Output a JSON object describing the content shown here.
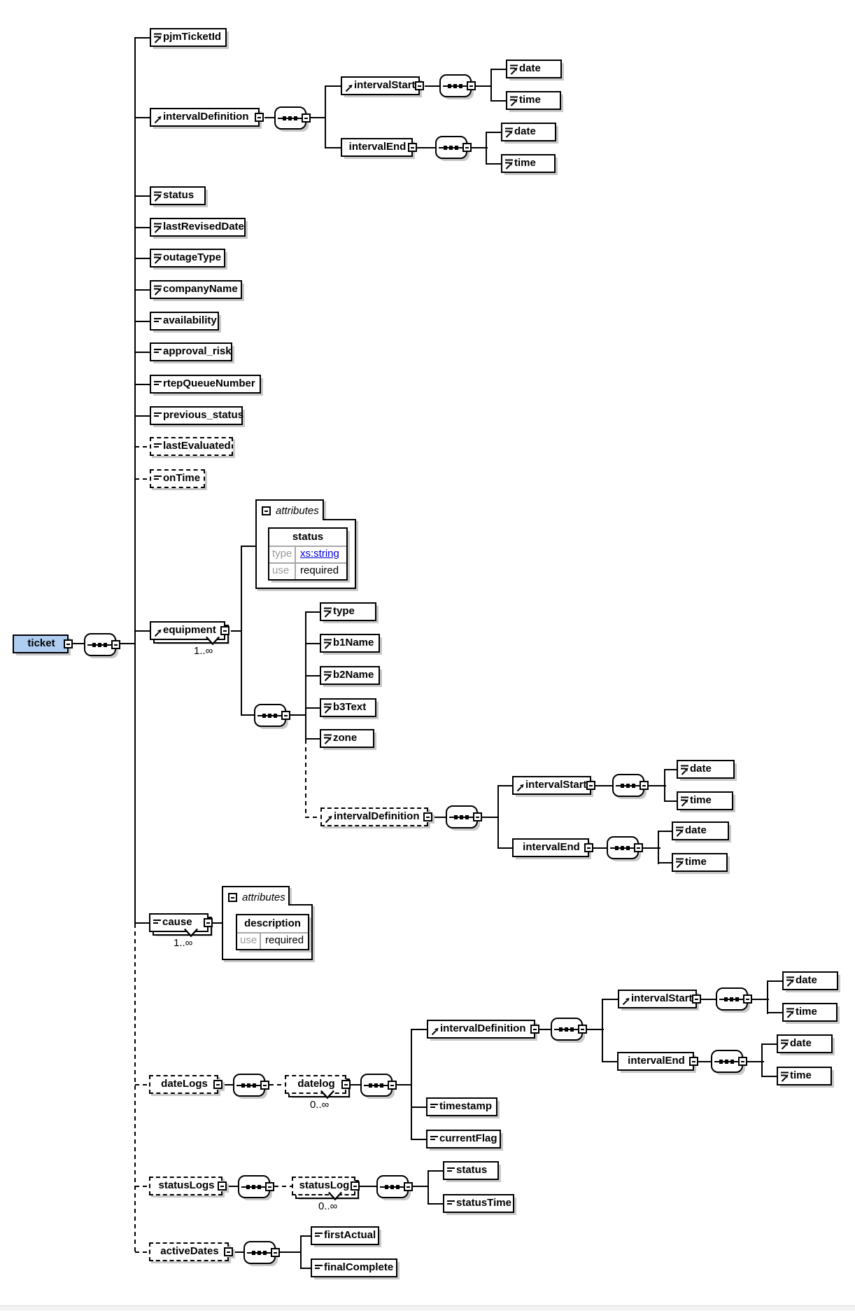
{
  "root": {
    "label": "ticket"
  },
  "labels": {
    "pjmTicketId": "pjmTicketId",
    "intervalDefinition": "intervalDefinition",
    "intervalStart": "intervalStart",
    "intervalEnd": "intervalEnd",
    "date": "date",
    "time": "time",
    "status": "status",
    "lastRevisedDate": "lastRevisedDate",
    "outageType": "outageType",
    "companyName": "companyName",
    "availability": "availability",
    "approval_risk": "approval_risk",
    "rtepQueueNumber": "rtepQueueNumber",
    "previous_status": "previous_status",
    "lastEvaluated": "lastEvaluated",
    "onTime": "onTime",
    "equipment": "equipment",
    "type": "type",
    "b1Name": "b1Name",
    "b2Name": "b2Name",
    "b3Text": "b3Text",
    "zone": "zone",
    "cause": "cause",
    "dateLogs": "dateLogs",
    "datelog": "datelog",
    "timestamp": "timestamp",
    "currentFlag": "currentFlag",
    "statusLogs": "statusLogs",
    "statusLog": "statusLog",
    "statusTime": "statusTime",
    "activeDates": "activeDates",
    "firstActual": "firstActual",
    "finalComplete": "finalComplete"
  },
  "occurrence": {
    "one_to_many": "1..∞",
    "zero_to_many": "0..∞"
  },
  "attributes_panels": {
    "title": "attributes",
    "equipment": {
      "attribute_name": "status",
      "type_label": "type",
      "type_value": "xs:string",
      "use_label": "use",
      "use_value": "required"
    },
    "cause": {
      "attribute_name": "description",
      "use_label": "use",
      "use_value": "required"
    }
  },
  "colors": {
    "root_fill": "#aecdf1",
    "line": "#000000",
    "shadow": "#c9c9c9",
    "link": "#0000dd",
    "muted_label": "#9a9a9a"
  }
}
